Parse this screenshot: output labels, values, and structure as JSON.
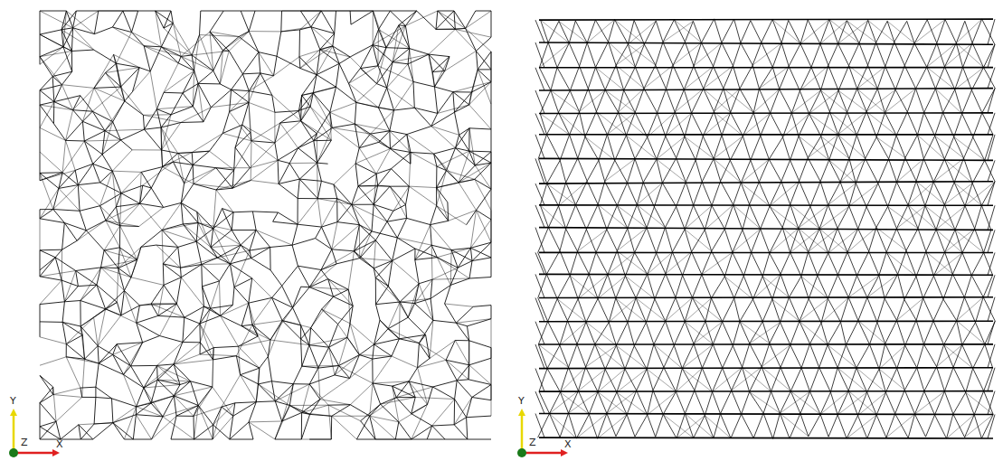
{
  "diagram": {
    "labels": [
      "Y",
      "Z",
      "X",
      "Y",
      "Z",
      "X"
    ]
  }
}
